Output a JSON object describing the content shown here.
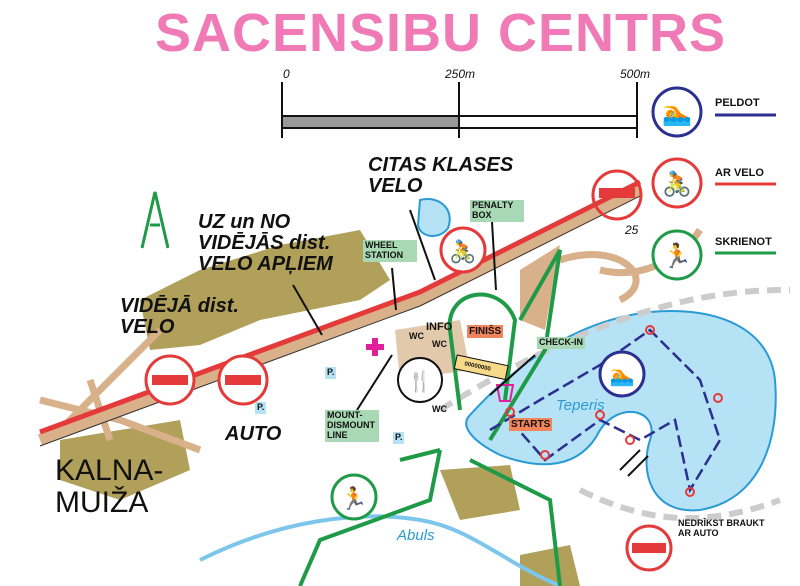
{
  "title": "SACENSIBU CENTRS",
  "scale": {
    "ticks": [
      "0",
      "250m",
      "500m"
    ]
  },
  "legend": [
    {
      "icon": "swimmer-icon",
      "label": "PELDOT",
      "color": "#2b2f8f"
    },
    {
      "icon": "cyclist-icon",
      "label": "AR VELO",
      "color": "#e53a3a"
    },
    {
      "icon": "runner-icon",
      "label": "SKRIENOT",
      "color": "#1f9b48"
    }
  ],
  "labels": {
    "citas_klases": "CITAS KLASES",
    "velo_top": "VELO",
    "uz_no_1": "UZ un NO",
    "uz_no_2": "VIDĒJĀS dist.",
    "uz_no_3": "VELO APĻIEM",
    "videja_1": "VIDĒJĀ dist.",
    "videja_2": "VELO",
    "auto": "AUTO",
    "kalnamuiza_1": "KALNA-",
    "kalnamuiza_2": "MUIŽA",
    "wheel_station": "WHEEL STATION",
    "penalty_box": "PENALTY BOX",
    "info": "INFO",
    "wc1": "WC",
    "wc2": "WC",
    "wc3": "WC",
    "finiss": "FINIŠS",
    "check_in": "CHECK-IN",
    "starts": "STARTS",
    "mount_dismount": "MOUNT-DISMOUNT LINE",
    "teperis": "Teperis",
    "abuls": "Abuls",
    "parking": "P.",
    "height_25": "25",
    "banner": "00000000",
    "no_auto": "NEDRĪKST BRAUKT AR AUTO"
  },
  "colors": {
    "title": "#f07ab6",
    "water": "#b6e2f6",
    "swim": "#2b2f8f",
    "bike": "#e53a3a",
    "run": "#1f9b48",
    "area": "#d8b08a",
    "forest": "#b0a05a"
  }
}
